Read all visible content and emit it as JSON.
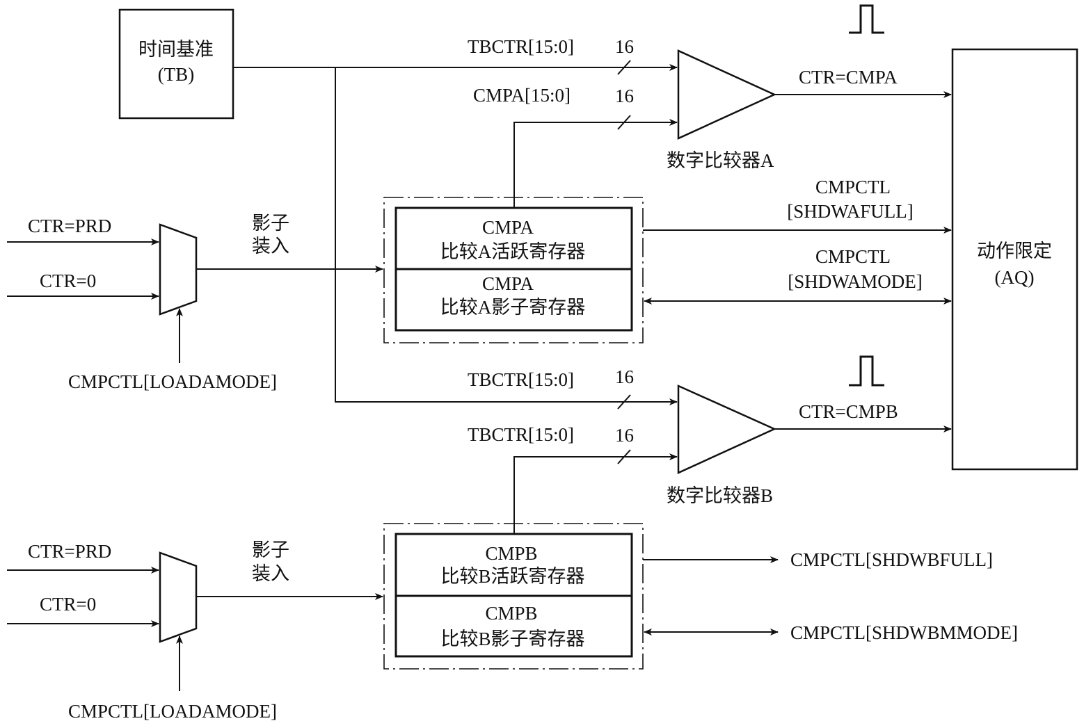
{
  "blocks": {
    "tb": {
      "line1": "时间基准",
      "line2": "(TB)"
    },
    "aq": {
      "line1": "动作限定",
      "line2": "(AQ)"
    },
    "cmpa_active": {
      "line1": "CMPA",
      "line2": "比较A活跃寄存器"
    },
    "cmpa_shadow": {
      "line1": "CMPA",
      "line2": "比较A影子寄存器"
    },
    "cmpb_active": {
      "line1": "CMPB",
      "line2": "比较B活跃寄存器"
    },
    "cmpb_shadow": {
      "line1": "CMPB",
      "line2": "比较B影子寄存器"
    },
    "comp_a": "数字比较器A",
    "comp_b": "数字比较器B"
  },
  "signals": {
    "tbctr_a": "TBCTR[15:0]",
    "cmpa_bus": "CMPA[15:0]",
    "tbctr_b1": "TBCTR[15:0]",
    "tbctr_b2": "TBCTR[15:0]",
    "width_1": "16",
    "width_2": "16",
    "width_3": "16",
    "width_4": "16",
    "ctr_cmpa": "CTR=CMPA",
    "ctr_cmpb": "CTR=CMPB",
    "shdwafull_1": "CMPCTL",
    "shdwafull_2": "[SHDWAFULL]",
    "shdwamode_1": "CMPCTL",
    "shdwamode_2": "[SHDWAMODE]",
    "shdwbfull": "CMPCTL[SHDWBFULL]",
    "shdwbmode": "CMPCTL[SHDWBMMODE]",
    "ctr_prd_a": "CTR=PRD",
    "ctr_0_a": "CTR=0",
    "ctr_prd_b": "CTR=PRD",
    "ctr_0_b": "CTR=0",
    "shadow_load_a_1": "影子",
    "shadow_load_a_2": "装入",
    "shadow_load_b_1": "影子",
    "shadow_load_b_2": "装入",
    "loadamode_a": "CMPCTL[LOADAMODE]",
    "loadamode_b": "CMPCTL[LOADAMODE]"
  }
}
